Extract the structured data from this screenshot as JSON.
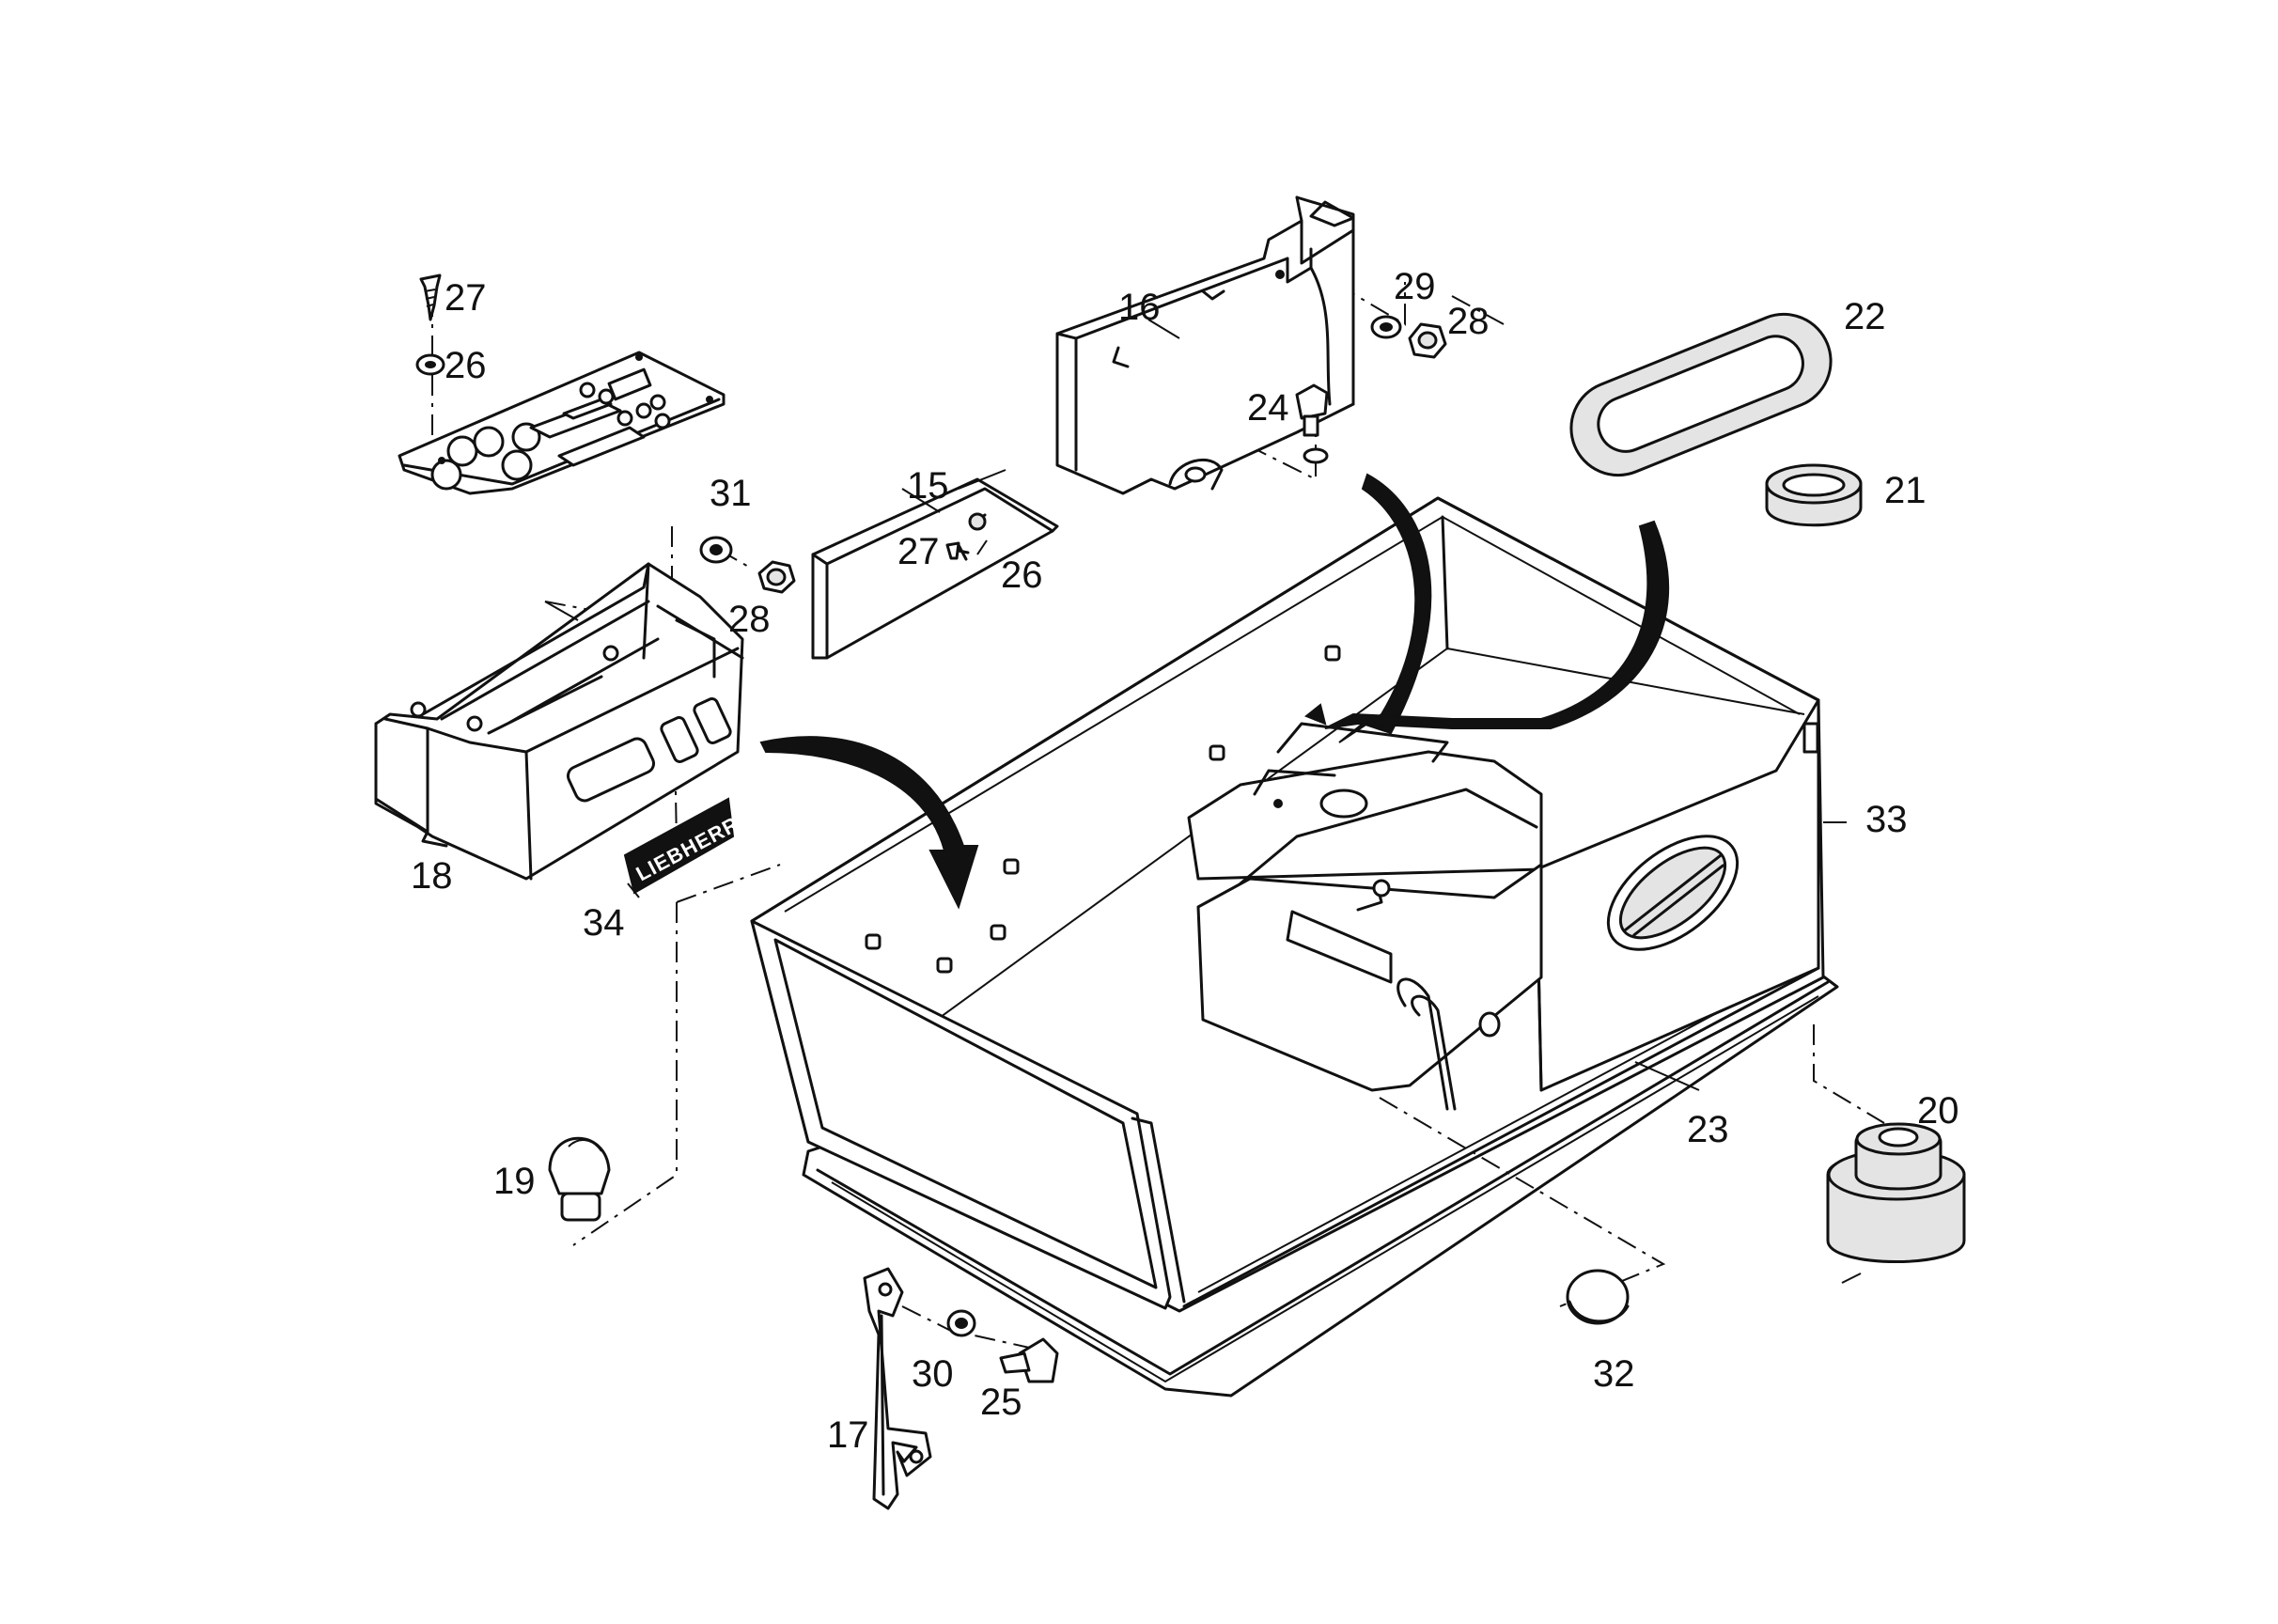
{
  "logo_text": "LIEBHERR",
  "labels": [
    {
      "id": "15",
      "text": "15"
    },
    {
      "id": "16",
      "text": "16"
    },
    {
      "id": "17",
      "text": "17"
    },
    {
      "id": "18",
      "text": "18"
    },
    {
      "id": "19",
      "text": "19"
    },
    {
      "id": "20",
      "text": "20"
    },
    {
      "id": "21",
      "text": "21"
    },
    {
      "id": "22",
      "text": "22"
    },
    {
      "id": "23",
      "text": "23"
    },
    {
      "id": "24",
      "text": "24"
    },
    {
      "id": "25",
      "text": "25"
    },
    {
      "id": "26a",
      "text": "26"
    },
    {
      "id": "26b",
      "text": "26"
    },
    {
      "id": "27a",
      "text": "27"
    },
    {
      "id": "27b",
      "text": "27"
    },
    {
      "id": "28a",
      "text": "28"
    },
    {
      "id": "28b",
      "text": "28"
    },
    {
      "id": "29",
      "text": "29"
    },
    {
      "id": "30",
      "text": "30"
    },
    {
      "id": "31",
      "text": "31"
    },
    {
      "id": "32",
      "text": "32"
    },
    {
      "id": "33",
      "text": "33"
    },
    {
      "id": "34",
      "text": "34"
    }
  ]
}
